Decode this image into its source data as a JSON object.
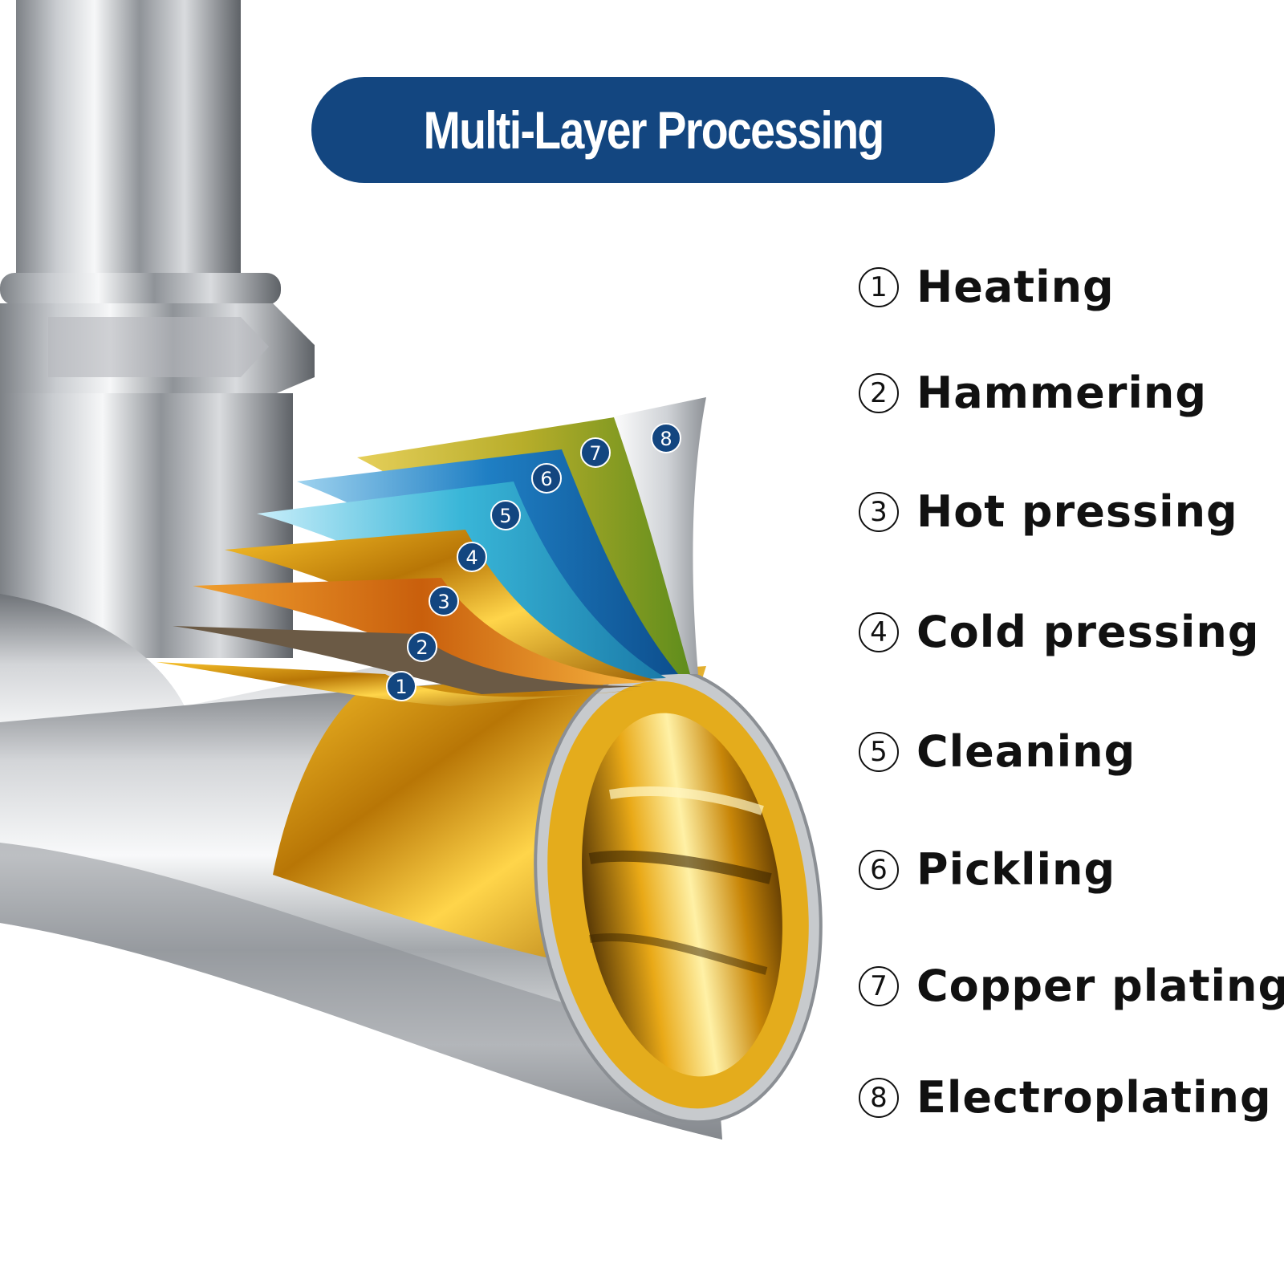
{
  "title": "Multi-Layer Processing",
  "colors": {
    "title_bg": "#134680",
    "badge_bg": "#134680",
    "text": "#111111",
    "steel": "#c8cbcf",
    "gold": "#e6a913",
    "blue": "#2f86c8"
  },
  "steps": [
    {
      "number": "1",
      "label": "Heating"
    },
    {
      "number": "2",
      "label": "Hammering"
    },
    {
      "number": "3",
      "label": "Hot pressing"
    },
    {
      "number": "4",
      "label": "Cold pressing"
    },
    {
      "number": "5",
      "label": "Cleaning"
    },
    {
      "number": "6",
      "label": "Pickling"
    },
    {
      "number": "7",
      "label": "Copper plating"
    },
    {
      "number": "8",
      "label": "Electroplating"
    }
  ],
  "layer_badges": [
    "1",
    "2",
    "3",
    "4",
    "5",
    "6",
    "7",
    "8"
  ]
}
